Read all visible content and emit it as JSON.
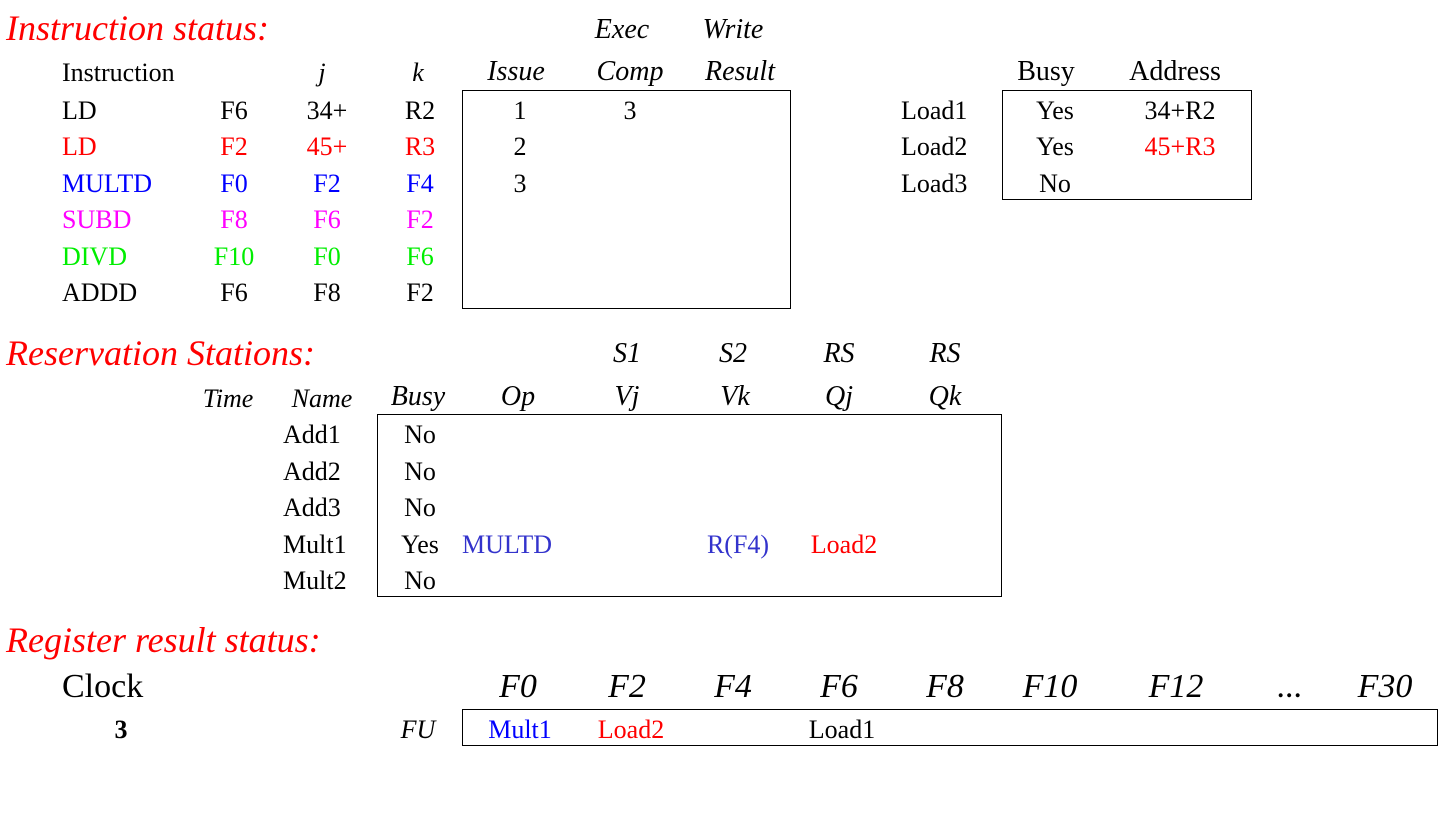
{
  "colors": {
    "title": "#ff0000",
    "black": "#000000",
    "red": "#ff0000",
    "blue": "#0000ff",
    "magenta": "#ff00ff",
    "green": "#00ee00",
    "station_blue": "#3333cc"
  },
  "instruction_status": {
    "title": "Instruction status:",
    "col_instruction": "Instruction",
    "col_j": "j",
    "col_k": "k",
    "col_issue": "Issue",
    "col_exec_top": "Exec",
    "col_exec": "Comp",
    "col_write_top": "Write",
    "col_write": "Result",
    "rows": [
      {
        "op": "LD",
        "dest": "F6",
        "j": "34+",
        "k": "R2",
        "issue": "1",
        "exec": "3",
        "write": "",
        "color": "#000000"
      },
      {
        "op": "LD",
        "dest": "F2",
        "j": "45+",
        "k": "R3",
        "issue": "2",
        "exec": "",
        "write": "",
        "color": "#ff0000"
      },
      {
        "op": "MULTD",
        "dest": "F0",
        "j": "F2",
        "k": "F4",
        "issue": "3",
        "exec": "",
        "write": "",
        "color": "#0000ff"
      },
      {
        "op": "SUBD",
        "dest": "F8",
        "j": "F6",
        "k": "F2",
        "issue": "",
        "exec": "",
        "write": "",
        "color": "#ff00ff"
      },
      {
        "op": "DIVD",
        "dest": "F10",
        "j": "F0",
        "k": "F6",
        "issue": "",
        "exec": "",
        "write": "",
        "color": "#00ee00"
      },
      {
        "op": "ADDD",
        "dest": "F6",
        "j": "F8",
        "k": "F2",
        "issue": "",
        "exec": "",
        "write": "",
        "color": "#000000"
      }
    ]
  },
  "load_buffers": {
    "col_busy": "Busy",
    "col_address": "Address",
    "rows": [
      {
        "name": "Load1",
        "busy": "Yes",
        "address": "34+R2",
        "addr_color": "#000000"
      },
      {
        "name": "Load2",
        "busy": "Yes",
        "address": "45+R3",
        "addr_color": "#ff0000"
      },
      {
        "name": "Load3",
        "busy": "No",
        "address": "",
        "addr_color": "#000000"
      }
    ]
  },
  "reservation_stations": {
    "title": "Reservation Stations:",
    "top_s1": "S1",
    "top_s2": "S2",
    "top_rs1": "RS",
    "top_rs2": "RS",
    "col_time": "Time",
    "col_name": "Name",
    "col_busy": "Busy",
    "col_op": "Op",
    "col_vj": "Vj",
    "col_vk": "Vk",
    "col_qj": "Qj",
    "col_qk": "Qk",
    "rows": [
      {
        "name": "Add1",
        "busy": "No",
        "op": "",
        "vj": "",
        "vk": "",
        "qj": "",
        "qk": ""
      },
      {
        "name": "Add2",
        "busy": "No",
        "op": "",
        "vj": "",
        "vk": "",
        "qj": "",
        "qk": ""
      },
      {
        "name": "Add3",
        "busy": "No",
        "op": "",
        "vj": "",
        "vk": "",
        "qj": "",
        "qk": ""
      },
      {
        "name": "Mult1",
        "busy": "Yes",
        "op": "MULTD",
        "vj": "",
        "vk": "R(F4)",
        "qj": "Load2",
        "qk": ""
      },
      {
        "name": "Mult2",
        "busy": "No",
        "op": "",
        "vj": "",
        "vk": "",
        "qj": "",
        "qk": ""
      }
    ]
  },
  "register_status": {
    "title": "Register result status:",
    "clock_label": "Clock",
    "clock_value": "3",
    "fu_label": "FU",
    "registers": [
      "F0",
      "F2",
      "F4",
      "F6",
      "F8",
      "F10",
      "F12",
      "...",
      "F30"
    ],
    "fu": [
      {
        "reg": "F0",
        "value": "Mult1",
        "color": "#0000ff"
      },
      {
        "reg": "F2",
        "value": "Load2",
        "color": "#ff0000"
      },
      {
        "reg": "F4",
        "value": "",
        "color": "#000000"
      },
      {
        "reg": "F6",
        "value": "Load1",
        "color": "#000000"
      }
    ]
  }
}
